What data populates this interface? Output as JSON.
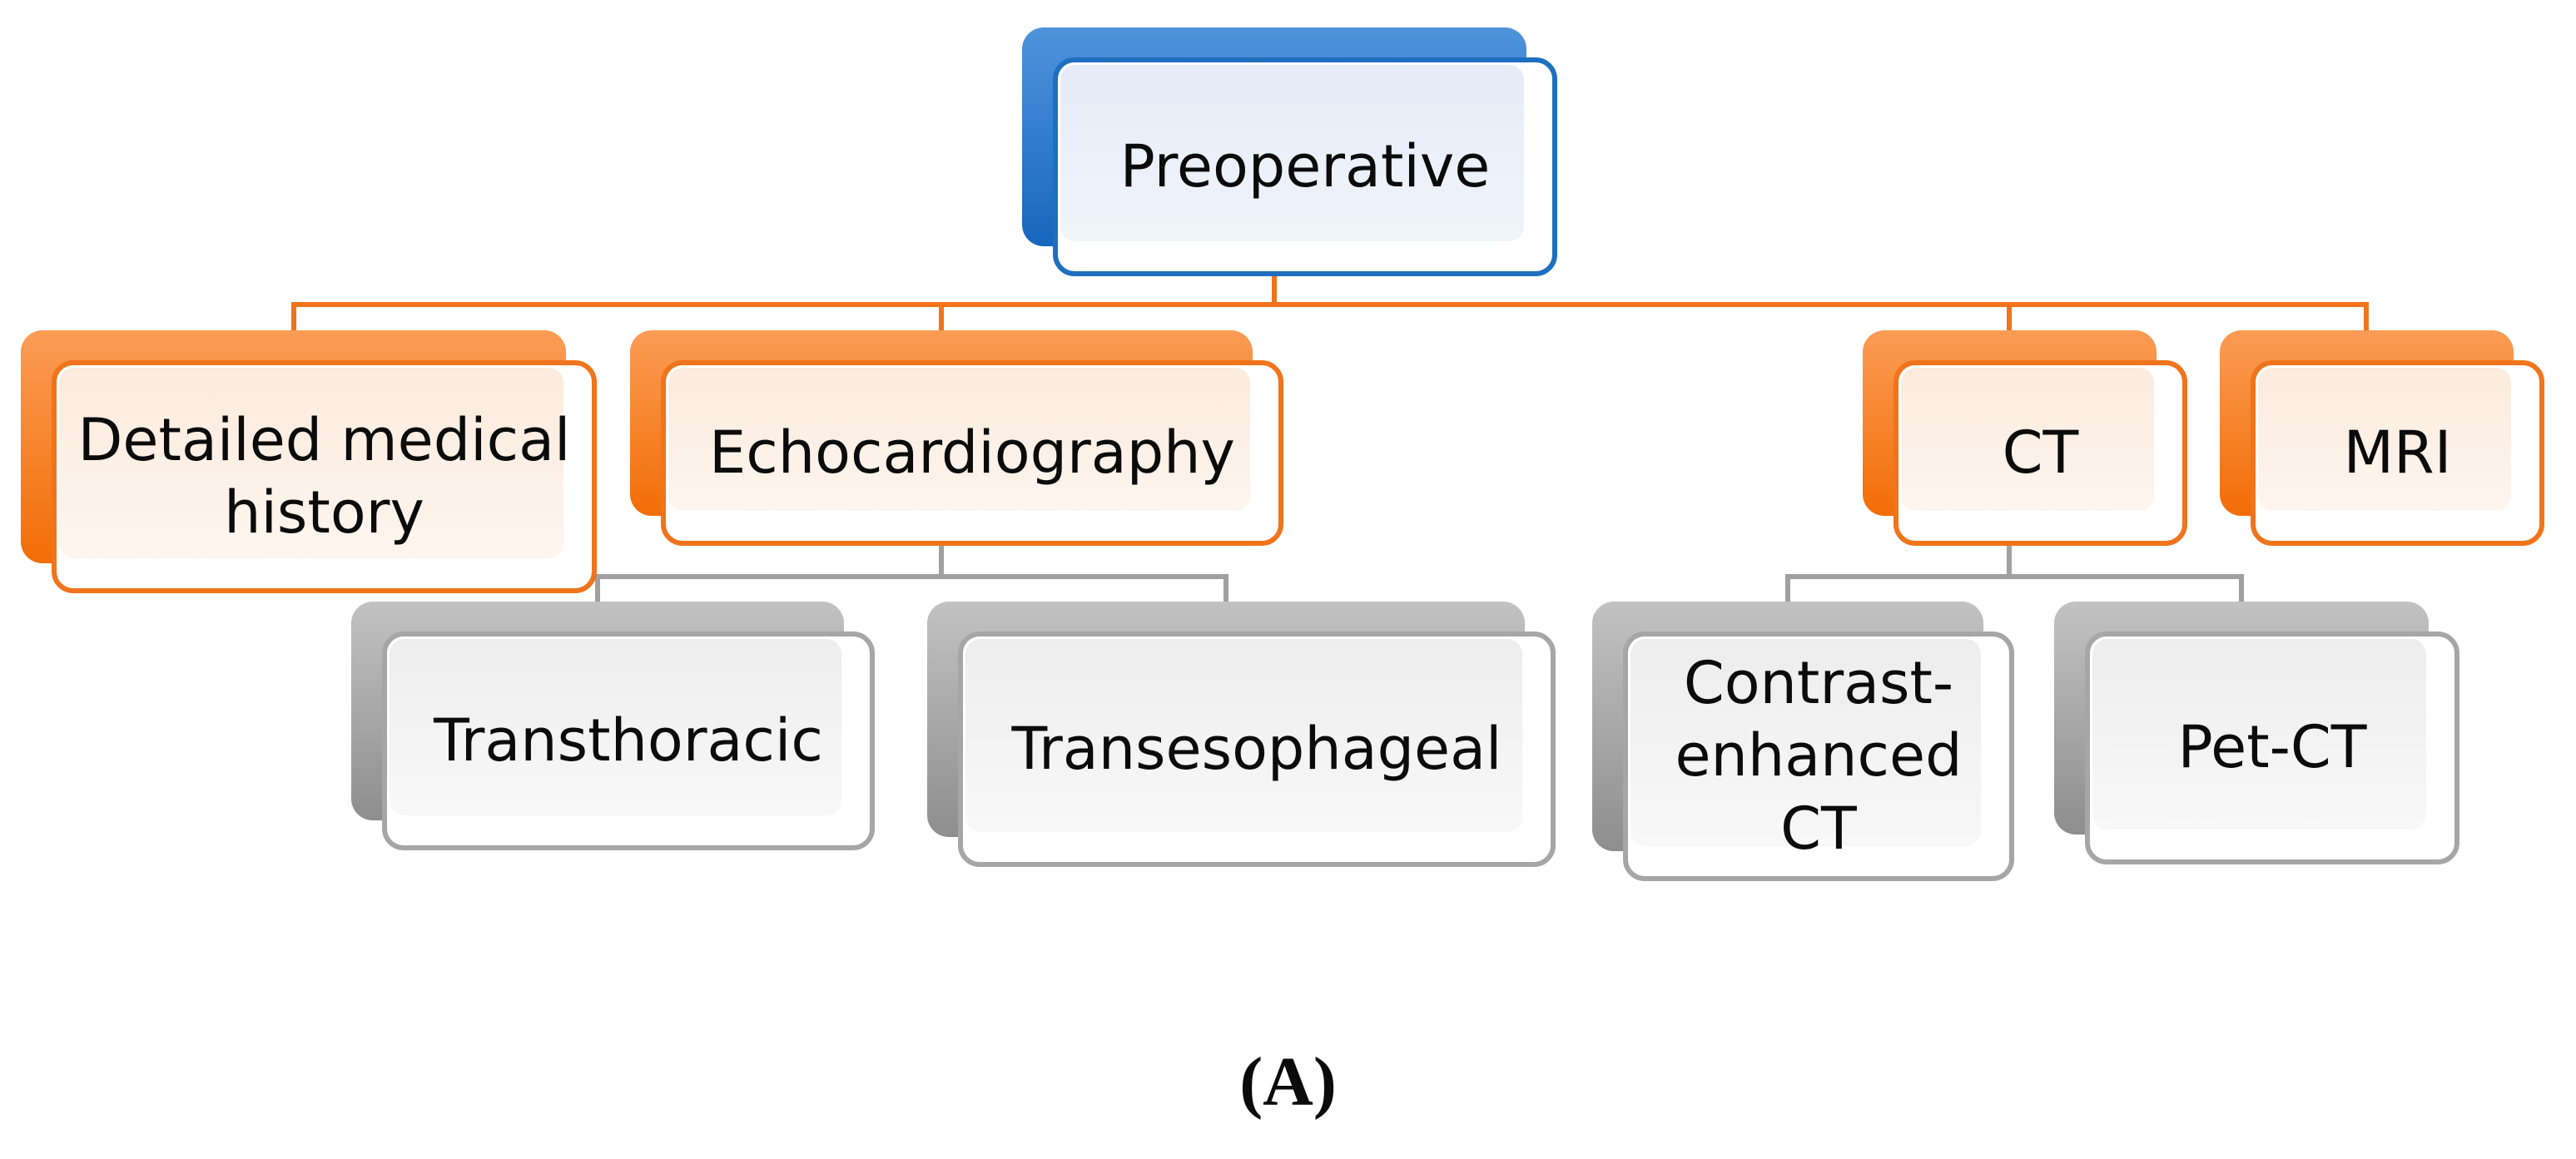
{
  "diagram": {
    "caption": "(A)",
    "type": "hierarchy",
    "nodes": {
      "preoperative": {
        "label": "Preoperative",
        "level": 1,
        "theme": "blue"
      },
      "history": {
        "label": "Detailed medical history",
        "level": 2,
        "theme": "orange"
      },
      "echo": {
        "label": "Echocardiography",
        "level": 2,
        "theme": "orange"
      },
      "ct": {
        "label": "CT",
        "level": 2,
        "theme": "orange"
      },
      "mri": {
        "label": "MRI",
        "level": 2,
        "theme": "orange"
      },
      "transthoracic": {
        "label": "Transthoracic",
        "level": 3,
        "theme": "gray"
      },
      "transesophageal": {
        "label": "Transesophageal",
        "level": 3,
        "theme": "gray"
      },
      "cect": {
        "label": "Contrast-enhanced CT",
        "level": 3,
        "theme": "gray"
      },
      "petct": {
        "label": "Pet-CT",
        "level": 3,
        "theme": "gray"
      }
    },
    "edges": [
      {
        "from": "Preoperative",
        "to": "Detailed medical history"
      },
      {
        "from": "Preoperative",
        "to": "Echocardiography"
      },
      {
        "from": "Preoperative",
        "to": "CT"
      },
      {
        "from": "Preoperative",
        "to": "MRI"
      },
      {
        "from": "Echocardiography",
        "to": "Transthoracic"
      },
      {
        "from": "Echocardiography",
        "to": "Transesophageal"
      },
      {
        "from": "CT",
        "to": "Contrast-enhanced CT"
      },
      {
        "from": "CT",
        "to": "Pet-CT"
      }
    ]
  },
  "colors": {
    "accent-blue-border": "#1E6FC0",
    "accent-blue-shadow-top": "#4F93DC",
    "accent-blue-shadow-bottom": "#1766BE",
    "accent-blue-fill": "#E5EBF7",
    "accent-orange-border": "#F0741B",
    "accent-orange-shadow-top": "#FB9C55",
    "accent-orange-shadow-bottom": "#F26D06",
    "accent-orange-fill": "#FBEBDD",
    "gray-border": "#A6A6A6",
    "gray-shadow-top": "#C2C2C2",
    "gray-shadow-bottom": "#8E8E8E",
    "gray-fill": "#EDEDED",
    "connector-orange": "#F0741B",
    "connector-gray": "#A0A0A0",
    "text": "#0B0B0B"
  }
}
